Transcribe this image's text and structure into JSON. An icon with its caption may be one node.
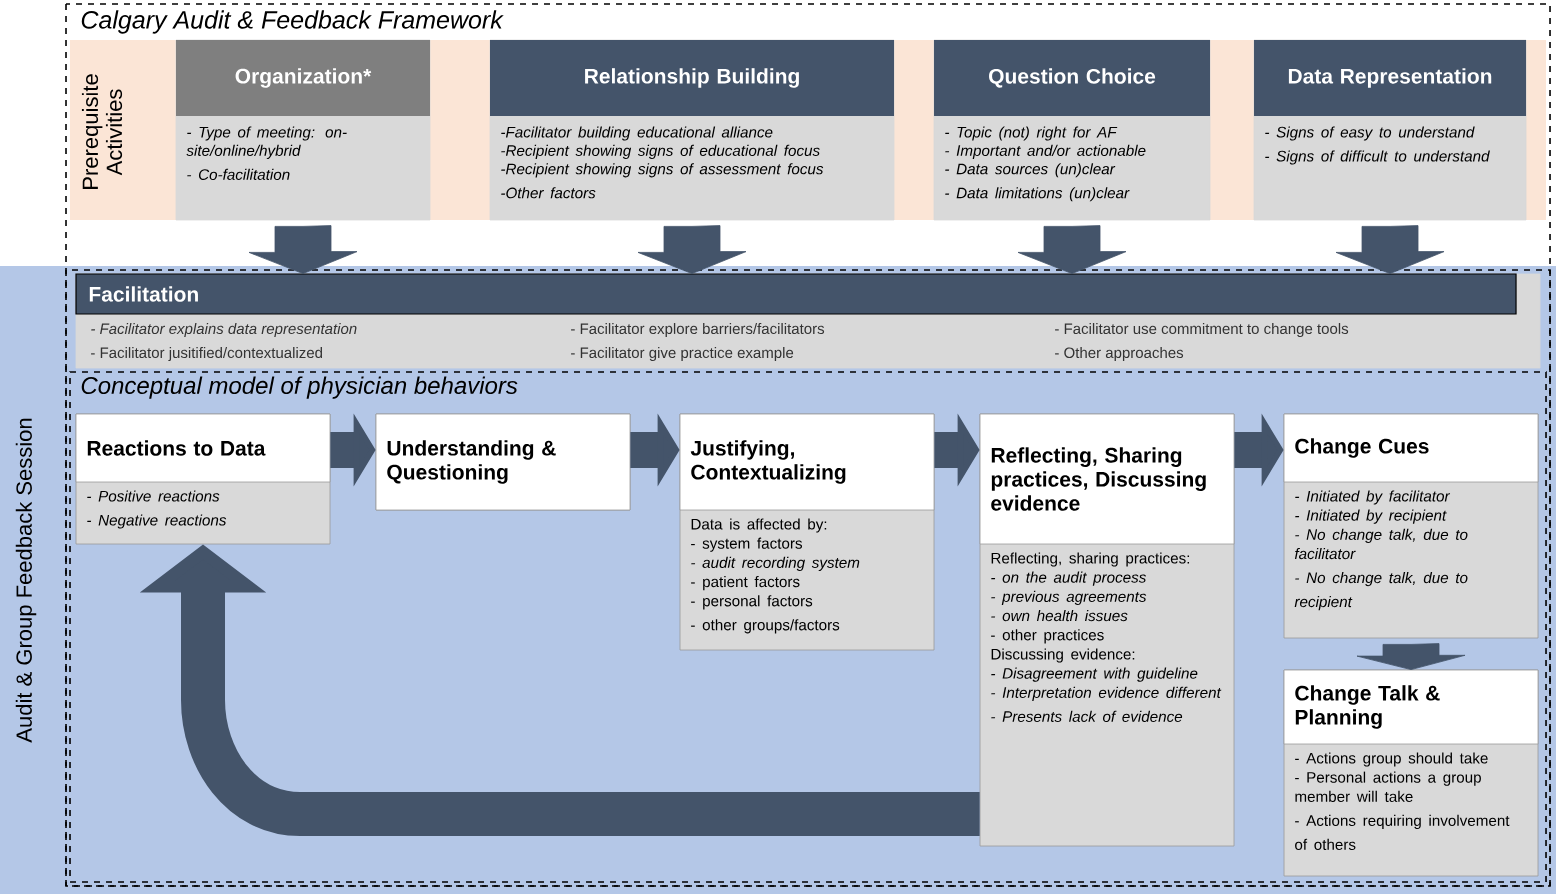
{
  "diagram": {
    "title": "Calgary Audit & Feedback Framework",
    "nodes": [
      {
        "text": [
          "Organization*",
          "- Type of meeting: on-site/online/hybrid",
          "- Co-facilitation"
        ]
      },
      {
        "text": [
          "Relationship Building",
          "-Facilitator building educational alliance",
          "-Recipient showing signs of educational focus",
          "-Recipient showing signs of assessment focus",
          "-Other factors"
        ]
      },
      {
        "text": [
          "Question Choice",
          "- Topic (not) right for AF",
          "- Important and/or actionable",
          "- Data sources (un)clear",
          "- Data limitations (un)clear"
        ]
      },
      {
        "text": [
          "Data Representation",
          "- Signs of easy to understand",
          "- Signs of difficult to understand"
        ]
      },
      {
        "text": [
          "Facilitation",
          "- Facilitator explains data representation",
          "- Facilitator explore barriers/facilitators",
          "- Facilitator use commitment to change tools",
          "- Facilitator jusitified/contextualized",
          "- Facilitator give practice example",
          "- Other approaches"
        ]
      },
      {
        "text": [
          "Conceptual model of physician behaviors"
        ]
      },
      {
        "text": [
          "Reactions to Data",
          "- Positive reactions",
          "- Negative reactions"
        ],
        "in": 5
      },
      {
        "text": [
          "Understanding & Questioning"
        ],
        "in": 5
      },
      {
        "text": [
          "Justifying, Contextualizing",
          "Data is affected by:",
          "- system factors",
          "- audit recording system",
          "- patient factors",
          "- personal factors",
          "- other groups/factors"
        ],
        "in": 5
      },
      {
        "text": [
          "Reflecting, Sharing practices, Discussing evidence",
          "Reflecting, sharing practices:",
          "- on the audit process",
          "- previous agreements",
          "- own health issues",
          "- other practices",
          "Discussing evidence:",
          "- Disagreement with guideline",
          "- Interpretation evidence different",
          "- Presents lack of evidence"
        ],
        "in": 5
      },
      {
        "text": [
          "Change Cues",
          "- Initiated by facilitator",
          "- Initiated by recipient",
          "- No change talk, due to facilitator",
          "- No change talk, due to recipient"
        ],
        "in": 5
      },
      {
        "text": [
          "Change Talk & Planning",
          "- Actions group should take",
          "- Personal actions a group member will take",
          "- Actions requiring involvement of others"
        ],
        "in": 5
      }
    ],
    "edges": [
      {
        "from": 0,
        "to": 4,
        "arrow": "to"
      },
      {
        "from": 1,
        "to": 4,
        "arrow": "to"
      },
      {
        "from": 2,
        "to": 4,
        "arrow": "to"
      },
      {
        "from": 3,
        "to": 4,
        "arrow": "to"
      },
      {
        "from": 6,
        "to": 7,
        "arrow": "to"
      },
      {
        "from": 7,
        "to": 8,
        "arrow": "to"
      },
      {
        "from": 8,
        "to": 9,
        "arrow": "to"
      },
      {
        "from": 9,
        "to": 10,
        "arrow": "to"
      },
      {
        "from": 10,
        "to": 11,
        "arrow": "to"
      },
      {
        "from": 9,
        "to": 6,
        "arrow": "to"
      }
    ],
    "labels": [
      "Prerequisite Activities",
      "Audit & Group Feedback Session"
    ]
  }
}
